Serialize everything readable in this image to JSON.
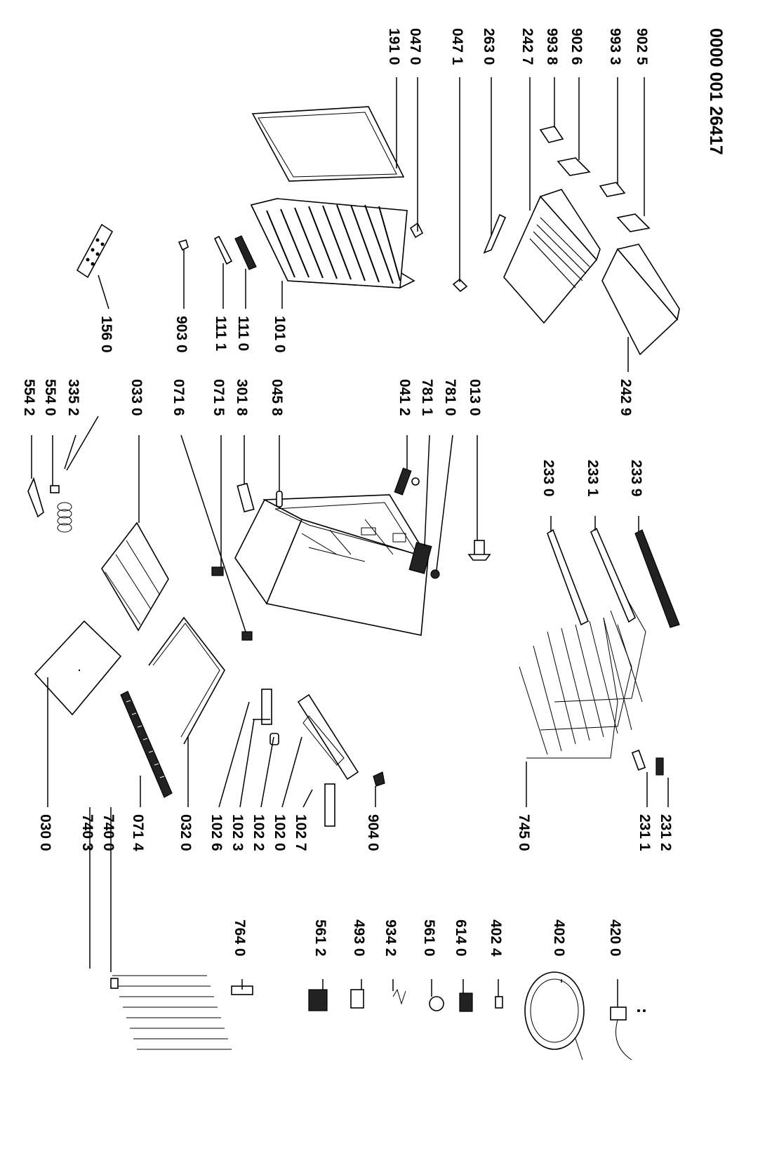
{
  "document_number": "0000 001 26417",
  "callouts": [
    {
      "id": "c-0300",
      "text": "030 0"
    },
    {
      "id": "c-7403",
      "text": "740 3"
    },
    {
      "id": "c-7400",
      "text": "740 0"
    },
    {
      "id": "c-0714",
      "text": "071 4"
    },
    {
      "id": "c-0320",
      "text": "032 0"
    },
    {
      "id": "c-1026",
      "text": "102 6"
    },
    {
      "id": "c-1023",
      "text": "102 3"
    },
    {
      "id": "c-1022",
      "text": "102 2"
    },
    {
      "id": "c-1020",
      "text": "102 0"
    },
    {
      "id": "c-1027",
      "text": "102 7"
    },
    {
      "id": "c-9040",
      "text": "904 0"
    },
    {
      "id": "c-7450",
      "text": "745 0"
    },
    {
      "id": "c-2311",
      "text": "231 1"
    },
    {
      "id": "c-2312",
      "text": "231 2"
    },
    {
      "id": "c-7640",
      "text": "764 0"
    },
    {
      "id": "c-5612",
      "text": "561 2"
    },
    {
      "id": "c-4930",
      "text": "493 0"
    },
    {
      "id": "c-9342",
      "text": "934 2"
    },
    {
      "id": "c-5610",
      "text": "561 0"
    },
    {
      "id": "c-6140",
      "text": "614 0"
    },
    {
      "id": "c-4024",
      "text": "402 4"
    },
    {
      "id": "c-4020",
      "text": "402 0"
    },
    {
      "id": "c-4200",
      "text": "420 0"
    },
    {
      "id": "c-5542",
      "text": "554 2"
    },
    {
      "id": "c-5540",
      "text": "554 0"
    },
    {
      "id": "c-3352",
      "text": "335 2"
    },
    {
      "id": "c-0330",
      "text": "033 0"
    },
    {
      "id": "c-0716",
      "text": "071 6"
    },
    {
      "id": "c-0715",
      "text": "071 5"
    },
    {
      "id": "c-3018",
      "text": "301 8"
    },
    {
      "id": "c-0458",
      "text": "045 8"
    },
    {
      "id": "c-0412",
      "text": "041 2"
    },
    {
      "id": "c-7811",
      "text": "781 1"
    },
    {
      "id": "c-7810",
      "text": "781 0"
    },
    {
      "id": "c-0130",
      "text": "013 0"
    },
    {
      "id": "c-2330",
      "text": "233 0"
    },
    {
      "id": "c-2331",
      "text": "233 1"
    },
    {
      "id": "c-2339",
      "text": "233 9"
    },
    {
      "id": "c-1560",
      "text": "156 0"
    },
    {
      "id": "c-9030",
      "text": "903 0"
    },
    {
      "id": "c-1111",
      "text": "111 1"
    },
    {
      "id": "c-1110",
      "text": "111 0"
    },
    {
      "id": "c-1010",
      "text": "101 0"
    },
    {
      "id": "c-2429",
      "text": "242 9"
    },
    {
      "id": "c-1910",
      "text": "191 0"
    },
    {
      "id": "c-0470",
      "text": "047 0"
    },
    {
      "id": "c-0471",
      "text": "047 1"
    },
    {
      "id": "c-2630",
      "text": "263 0"
    },
    {
      "id": "c-2427",
      "text": "242 7"
    },
    {
      "id": "c-9938",
      "text": "993 8"
    },
    {
      "id": "c-9026",
      "text": "902 6"
    },
    {
      "id": "c-9933",
      "text": "993 3"
    },
    {
      "id": "c-9025",
      "text": "902 5"
    }
  ]
}
